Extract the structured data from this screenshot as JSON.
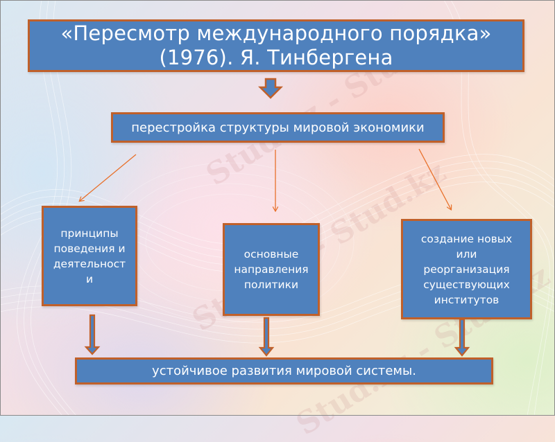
{
  "slide": {
    "title_line1": "«Пересмотр международного порядка»",
    "title_line2": "(1976). Я. Тинбергена",
    "subtitle": "перестройка структуры мировой экономики",
    "boxes": [
      {
        "label": "принципы поведения и деятельност и",
        "lines": [
          "принципы",
          "поведения и",
          "деятельност",
          "и"
        ]
      },
      {
        "label": "основные направления политики",
        "lines": [
          "основные",
          "направления",
          "политики"
        ]
      },
      {
        "label": "создание новых или реорганизация существующих институтов",
        "lines": [
          "создание новых",
          "или",
          "реорганизация",
          "существующих",
          "институтов"
        ]
      }
    ],
    "result": "устойчивое развития мировой системы."
  },
  "watermark": {
    "text": "Stud.kz - Stud.kz"
  },
  "colors": {
    "box_fill": "#4f81bd",
    "box_border": "#c0602a",
    "arrow_line": "#e8702a",
    "text": "#ffffff"
  }
}
